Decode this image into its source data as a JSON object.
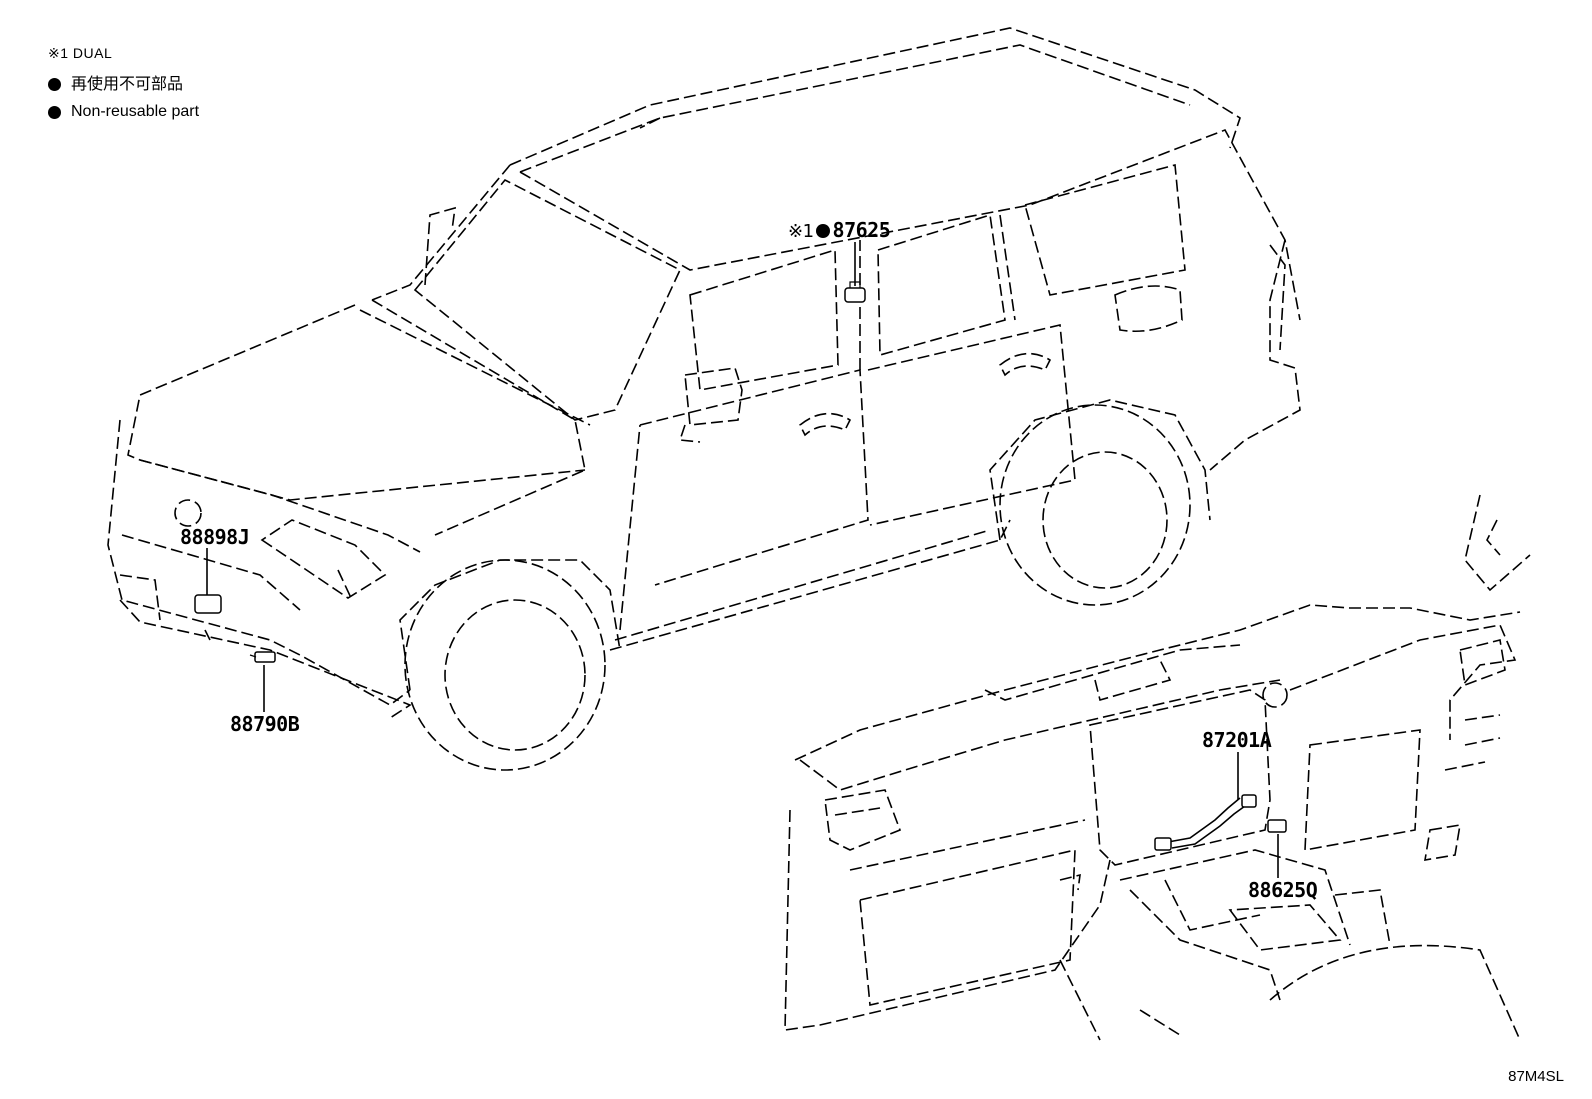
{
  "legend": {
    "dual_note": "※1 DUAL",
    "nonreusable_jp": "再使用不可部品",
    "nonreusable_en": "Non-reusable part"
  },
  "parts": {
    "p87625": {
      "prefix": "※1",
      "nonreusable": true,
      "number": "87625"
    },
    "p88898J": {
      "number": "88898J"
    },
    "p88790B": {
      "number": "88790B"
    },
    "p87201A": {
      "number": "87201A"
    },
    "p886250": {
      "number": "88625Q"
    }
  },
  "figure_code": "87M4SL"
}
